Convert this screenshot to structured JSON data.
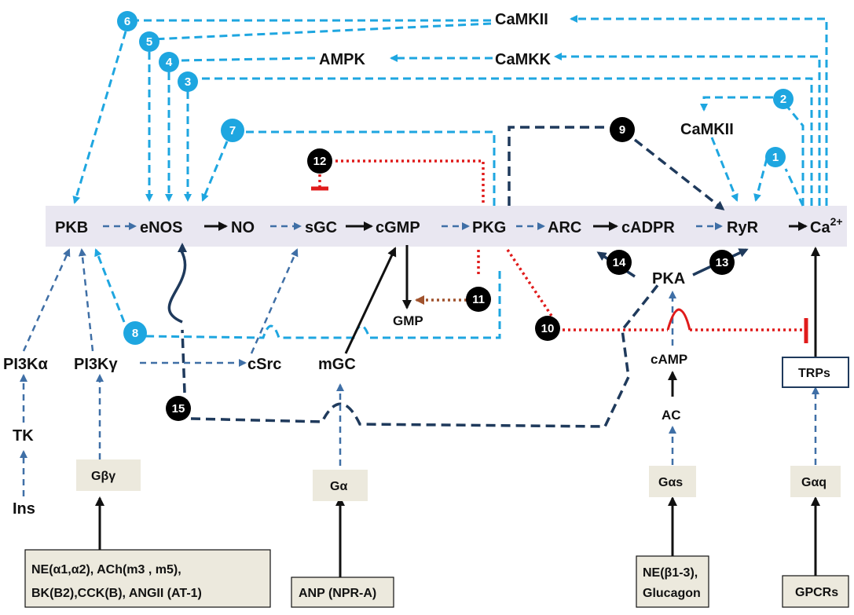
{
  "nodes": {
    "camkii_top": "CaMKII",
    "ampk": "AMPK",
    "camkk": "CaMKK",
    "camkii_mid": "CaMKII",
    "pkb": "PKB",
    "enos": "eNOS",
    "no": "NO",
    "sgc": "sGC",
    "cgmp": "cGMP",
    "pkg": "PKG",
    "arc": "ARC",
    "cadpr": "cADPR",
    "ryr": "RyR",
    "ca": "Ca",
    "ca_sup": "2+",
    "pka": "PKA",
    "gmp": "GMP",
    "pi3ka": "PI3Kα",
    "pi3kg": "PI3Kγ",
    "csrc": "cSrc",
    "mgc": "mGC",
    "camp": "cAMP",
    "ac": "AC",
    "trps": "TRPs",
    "tk": "TK",
    "ins": "Ins",
    "gbg": "Gβγ",
    "ga": "Gα",
    "gas": "Gαs",
    "gaq": "Gαq"
  },
  "receptor_boxes": {
    "box1_line1": "NE(α1,α2), ACh(m3 , m5),",
    "box1_line2": "BK(B2),CCK(B), ANGII (AT-1)",
    "box2": "ANP (NPR-A)",
    "box3_line1": "NE(β1-3),",
    "box3_line2": "Glucagon",
    "box4": "GPCRs"
  },
  "badges": {
    "b1": "1",
    "b2": "2",
    "b3": "3",
    "b4": "4",
    "b5": "5",
    "b6": "6",
    "b7": "7",
    "b8": "8",
    "b9": "9",
    "b10": "10",
    "b11": "11",
    "b12": "12",
    "b13": "13",
    "b14": "14",
    "b15": "15"
  },
  "colors": {
    "light_blue": "#1EA6E0",
    "dark_blue": "#1F3A5C",
    "mid_blue": "#3F6FA6",
    "red": "#E01B1B",
    "band": "#E9E7F1",
    "box_fill": "#ECE9DD"
  }
}
